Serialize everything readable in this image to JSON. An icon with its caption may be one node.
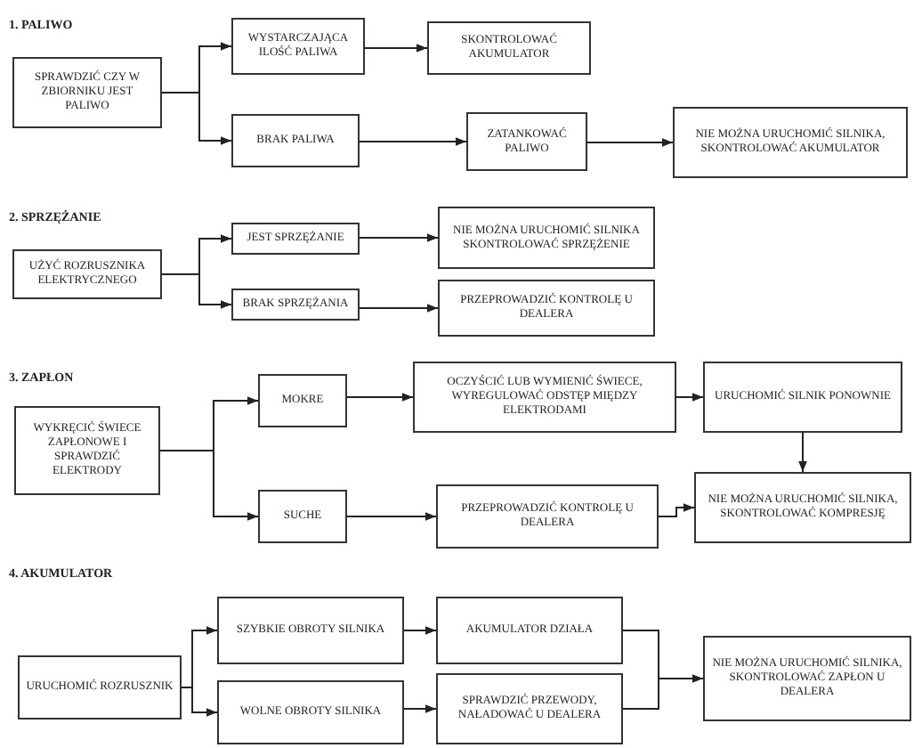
{
  "diagram": {
    "nodes": [
      {
        "text": [
          "SPRAWDZIĆ CZY W ZBIORNIKU JEST PALIWO"
        ]
      },
      {
        "text": [
          "WYSTARCZAJĄCA ILOŚĆ PALIWA"
        ]
      },
      {
        "text": [
          "SKONTROLOWAĆ AKUMULATOR"
        ]
      },
      {
        "text": [
          "BRAK PALIWA"
        ]
      },
      {
        "text": [
          "ZATANKOWAĆ PALIWO"
        ]
      },
      {
        "text": [
          "NIE MOŻNA URUCHOMIĆ SILNIKA, SKONTROLOWAĆ AKUMULATOR"
        ]
      },
      {
        "text": [
          "UŻYĆ ROZRUSZNIKA ELEKTRYCZNEGO"
        ]
      },
      {
        "text": [
          "JEST SPRZĘŻANIE"
        ]
      },
      {
        "text": [
          "NIE MOŻNA URUCHOMIĆ SILNIKA SKONTROLOWAĆ SPRZĘŻENIE"
        ]
      },
      {
        "text": [
          "BRAK SPRZĘŻANIA"
        ]
      },
      {
        "text": [
          "PRZEPROWADZIĆ KONTROLĘ U DEALERA"
        ]
      },
      {
        "text": [
          "WYKRĘCIĆ ŚWIECE ZAPŁONOWE I SPRAWDZIĆ ELEKTRODY"
        ]
      },
      {
        "text": [
          "MOKRE"
        ]
      },
      {
        "text": [
          "OCZYŚCIĆ LUB WYMIENIĆ ŚWIECE, WYREGULOWAĆ ODSTĘP MIĘDZY ELEKTRODAMI"
        ]
      },
      {
        "text": [
          "URUCHOMIĆ SILNIK PONOWNIE"
        ]
      },
      {
        "text": [
          "SUCHE"
        ]
      },
      {
        "text": [
          "PRZEPROWADZIĆ KONTROLĘ U DEALERA"
        ]
      },
      {
        "text": [
          "NIE MOŻNA URUCHOMIĆ SILNIKA, SKONTROLOWAĆ KOMPRESJĘ"
        ]
      },
      {
        "text": [
          "URUCHOMIĆ ROZRUSZNIK"
        ]
      },
      {
        "text": [
          "SZYBKIE OBROTY SILNIKA"
        ]
      },
      {
        "text": [
          "AKUMULATOR DZIAŁA"
        ]
      },
      {
        "text": [
          "WOLNE OBROTY SILNIKA"
        ]
      },
      {
        "text": [
          "SPRAWDZIĆ PRZEWODY, NAŁADOWAĆ U DEALERA"
        ]
      },
      {
        "text": [
          "NIE MOŻNA URUCHOMIĆ SILNIKA, SKONTROLOWAĆ ZAPŁON U DEALERA"
        ]
      }
    ],
    "edges": [
      {
        "from": 0,
        "to": 1,
        "arrow": "to"
      },
      {
        "from": 0,
        "to": 3,
        "arrow": "to"
      },
      {
        "from": 1,
        "to": 2,
        "arrow": "to"
      },
      {
        "from": 3,
        "to": 4,
        "arrow": "to"
      },
      {
        "from": 4,
        "to": 5,
        "arrow": "to"
      },
      {
        "from": 6,
        "to": 7,
        "arrow": "to"
      },
      {
        "from": 6,
        "to": 9,
        "arrow": "to"
      },
      {
        "from": 7,
        "to": 8,
        "arrow": "to"
      },
      {
        "from": 9,
        "to": 10,
        "arrow": "to"
      },
      {
        "from": 11,
        "to": 12,
        "arrow": "to"
      },
      {
        "from": 11,
        "to": 15,
        "arrow": "to"
      },
      {
        "from": 12,
        "to": 13,
        "arrow": "to"
      },
      {
        "from": 13,
        "to": 14,
        "arrow": "to"
      },
      {
        "from": 14,
        "to": 17,
        "arrow": "to"
      },
      {
        "from": 15,
        "to": 16,
        "arrow": "to"
      },
      {
        "from": 16,
        "to": 17,
        "arrow": "to"
      },
      {
        "from": 18,
        "to": 19,
        "arrow": "to"
      },
      {
        "from": 18,
        "to": 21,
        "arrow": "to"
      },
      {
        "from": 19,
        "to": 20,
        "arrow": "to"
      },
      {
        "from": 21,
        "to": 22,
        "arrow": "to"
      },
      {
        "from": 20,
        "to": 23,
        "arrow": "none"
      },
      {
        "from": 22,
        "to": 23,
        "arrow": "to"
      }
    ],
    "labels": [
      "1. PALIWO",
      "2. SPRZĘŻANIE",
      "3. ZAPŁON",
      "4. AKUMULATOR"
    ]
  }
}
